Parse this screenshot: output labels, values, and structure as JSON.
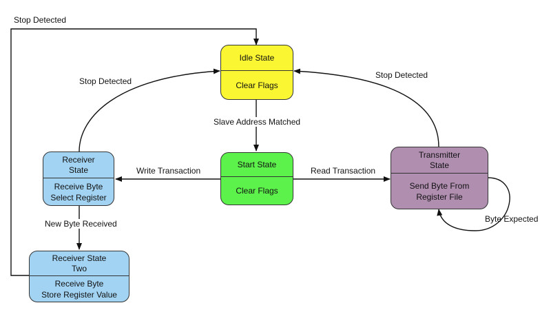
{
  "colors": {
    "idle": "#fbf632",
    "start": "#5cf24b",
    "receiver": "#a2d3f3",
    "transmitter": "#b08eb0",
    "line": "#111111"
  },
  "states": {
    "idle": {
      "title": "Idle State",
      "body": "Clear Flags"
    },
    "start": {
      "title": "Start State",
      "body": "Clear Flags"
    },
    "receiver": {
      "title1": "Receiver",
      "title2": "State",
      "body1": "Receive Byte",
      "body2": "Select Register"
    },
    "receiver_two": {
      "title1": "Receiver State",
      "title2": "Two",
      "body1": "Receive Byte",
      "body2": "Store Register Value"
    },
    "transmitter": {
      "title1": "Transmitter",
      "title2": "State",
      "body1": "Send Byte From",
      "body2": "Register File"
    }
  },
  "transitions": {
    "stop_top": "Stop Detected",
    "stop_left": "Stop Detected",
    "stop_right": "Stop Detected",
    "slave_address": "Slave Address Matched",
    "write": "Write Transaction",
    "read": "Read Transaction",
    "new_byte": "New Byte Received",
    "byte_expected": "Byte Expected"
  }
}
